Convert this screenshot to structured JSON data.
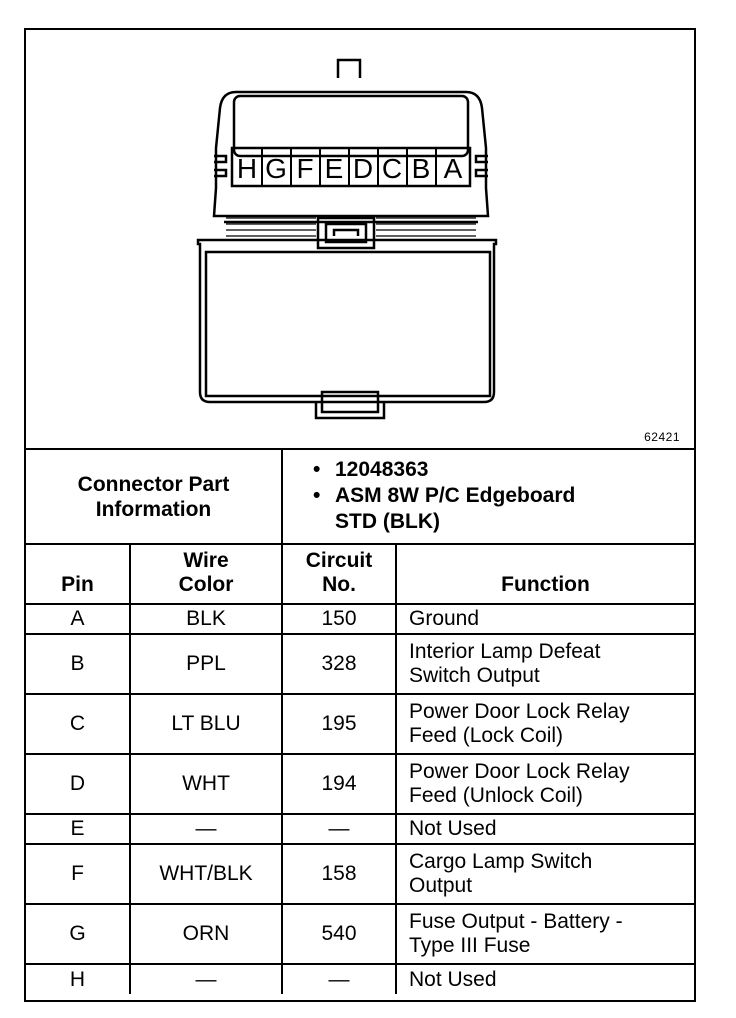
{
  "figure_id": "62421",
  "connector": {
    "pin_letters": [
      "H",
      "G",
      "F",
      "E",
      "D",
      "C",
      "B",
      "A"
    ]
  },
  "part_info": {
    "label_line1": "Connector Part",
    "label_line2": "Information",
    "items": [
      "12048363",
      "ASM 8W P/C Edgeboard",
      "STD (BLK)"
    ]
  },
  "headers": {
    "pin": "Pin",
    "wire_color_line1": "Wire",
    "wire_color_line2": "Color",
    "circuit_line1": "Circuit",
    "circuit_line2": "No.",
    "function": "Function"
  },
  "rows": [
    {
      "pin": "A",
      "wire": "BLK",
      "circuit": "150",
      "function_line1": "Ground",
      "function_line2": ""
    },
    {
      "pin": "B",
      "wire": "PPL",
      "circuit": "328",
      "function_line1": "Interior Lamp Defeat",
      "function_line2": "Switch Output"
    },
    {
      "pin": "C",
      "wire": "LT BLU",
      "circuit": "195",
      "function_line1": "Power Door Lock Relay",
      "function_line2": "Feed (Lock Coil)"
    },
    {
      "pin": "D",
      "wire": "WHT",
      "circuit": "194",
      "function_line1": "Power Door Lock Relay",
      "function_line2": "Feed (Unlock Coil)"
    },
    {
      "pin": "E",
      "wire": "—",
      "circuit": "—",
      "function_line1": "Not Used",
      "function_line2": ""
    },
    {
      "pin": "F",
      "wire": "WHT/BLK",
      "circuit": "158",
      "function_line1": "Cargo Lamp Switch",
      "function_line2": "Output"
    },
    {
      "pin": "G",
      "wire": "ORN",
      "circuit": "540",
      "function_line1": "Fuse Output - Battery -",
      "function_line2": "Type III Fuse"
    },
    {
      "pin": "H",
      "wire": "—",
      "circuit": "—",
      "function_line1": "Not Used",
      "function_line2": ""
    }
  ]
}
